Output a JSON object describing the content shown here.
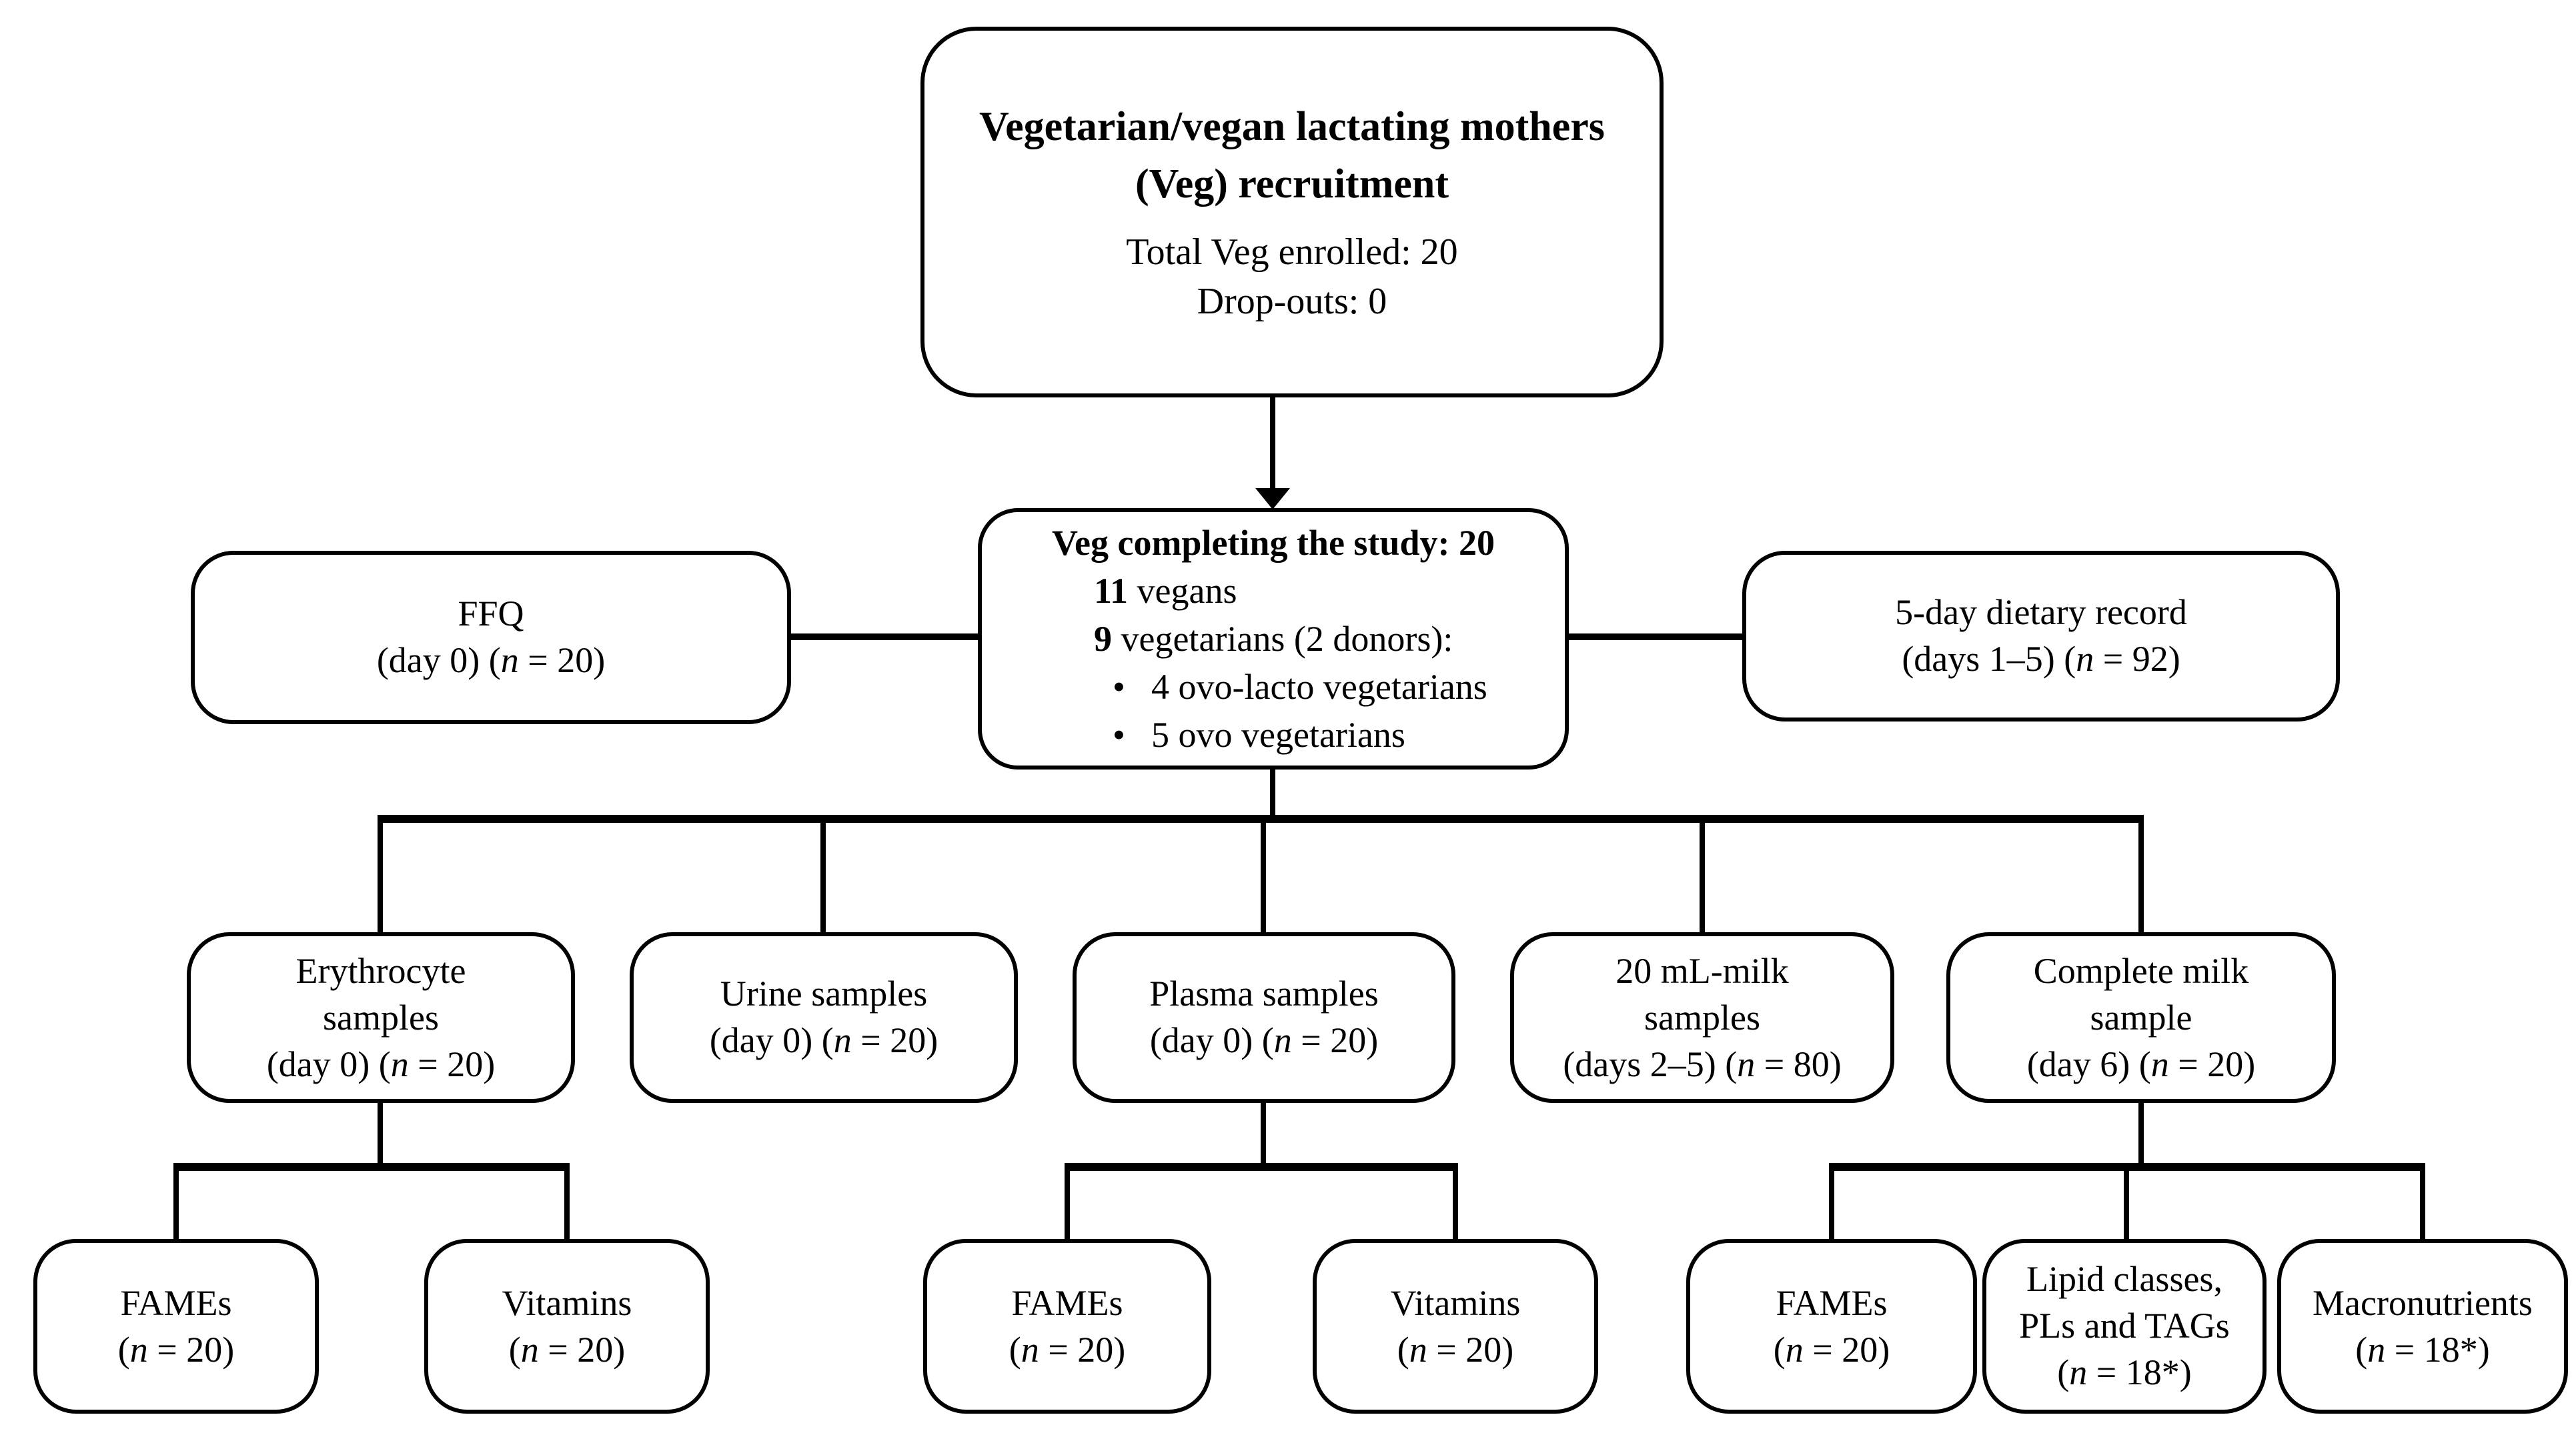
{
  "colors": {
    "ink": "#000000",
    "paper": "#ffffff"
  },
  "diagram": {
    "boxes": {
      "recruitment": {
        "lines": [
          [
            {
              "t": "Vegetarian/vegan lactating mothers",
              "s": "b"
            }
          ],
          [
            {
              "t": "(Veg) recruitment",
              "s": "b"
            }
          ],
          [
            {
              "t": "Total Veg enrolled: 20"
            }
          ],
          [
            {
              "t": "Drop-outs: 0"
            }
          ]
        ]
      },
      "completing": {
        "lines": [
          [
            {
              "t": "Veg completing the study: 20",
              "s": "b"
            }
          ],
          [
            {
              "t": "11",
              "s": "b"
            },
            {
              "t": " vegans"
            }
          ],
          [
            {
              "t": "9",
              "s": "b"
            },
            {
              "t": " vegetarians (2 donors):"
            }
          ],
          [
            {
              "t": "•",
              "s": "bullet"
            },
            {
              "t": "4 ovo-lacto vegetarians"
            }
          ],
          [
            {
              "t": "•",
              "s": "bullet"
            },
            {
              "t": "5 ovo vegetarians"
            }
          ]
        ]
      },
      "ffq": {
        "lines": [
          [
            {
              "t": "FFQ"
            }
          ],
          [
            {
              "t": "(day 0) ("
            },
            {
              "t": "n",
              "s": "i"
            },
            {
              "t": " = 20)"
            }
          ]
        ]
      },
      "dietary_record": {
        "lines": [
          [
            {
              "t": "5-day dietary record"
            }
          ],
          [
            {
              "t": "(days 1–5) ("
            },
            {
              "t": "n",
              "s": "i"
            },
            {
              "t": " = 92)"
            }
          ]
        ]
      },
      "erythrocyte": {
        "lines": [
          [
            {
              "t": "Erythrocyte"
            }
          ],
          [
            {
              "t": "samples"
            }
          ],
          [
            {
              "t": "(day 0) ("
            },
            {
              "t": "n",
              "s": "i"
            },
            {
              "t": " = 20)"
            }
          ]
        ]
      },
      "urine": {
        "lines": [
          [
            {
              "t": "Urine samples"
            }
          ],
          [
            {
              "t": "(day 0) ("
            },
            {
              "t": "n",
              "s": "i"
            },
            {
              "t": " = 20)"
            }
          ]
        ]
      },
      "plasma": {
        "lines": [
          [
            {
              "t": "Plasma samples"
            }
          ],
          [
            {
              "t": "(day 0) ("
            },
            {
              "t": "n",
              "s": "i"
            },
            {
              "t": " = 20)"
            }
          ]
        ]
      },
      "milk_20ml": {
        "lines": [
          [
            {
              "t": "20 mL-milk"
            }
          ],
          [
            {
              "t": "samples"
            }
          ],
          [
            {
              "t": "(days 2–5) ("
            },
            {
              "t": "n",
              "s": "i"
            },
            {
              "t": " = 80)"
            }
          ]
        ]
      },
      "complete_milk": {
        "lines": [
          [
            {
              "t": "Complete milk"
            }
          ],
          [
            {
              "t": "sample"
            }
          ],
          [
            {
              "t": "(day 6) ("
            },
            {
              "t": "n",
              "s": "i"
            },
            {
              "t": " = 20)"
            }
          ]
        ]
      },
      "fames_ery": {
        "lines": [
          [
            {
              "t": "FAMEs"
            }
          ],
          [
            {
              "t": "("
            },
            {
              "t": "n",
              "s": "i"
            },
            {
              "t": " = 20)"
            }
          ]
        ]
      },
      "vitamins_ery": {
        "lines": [
          [
            {
              "t": "Vitamins"
            }
          ],
          [
            {
              "t": "("
            },
            {
              "t": "n",
              "s": "i"
            },
            {
              "t": " = 20)"
            }
          ]
        ]
      },
      "fames_plasma": {
        "lines": [
          [
            {
              "t": "FAMEs"
            }
          ],
          [
            {
              "t": "("
            },
            {
              "t": "n",
              "s": "i"
            },
            {
              "t": " = 20)"
            }
          ]
        ]
      },
      "vitamins_plasma": {
        "lines": [
          [
            {
              "t": "Vitamins"
            }
          ],
          [
            {
              "t": "("
            },
            {
              "t": "n",
              "s": "i"
            },
            {
              "t": " = 20)"
            }
          ]
        ]
      },
      "fames_milk": {
        "lines": [
          [
            {
              "t": "FAMEs"
            }
          ],
          [
            {
              "t": "("
            },
            {
              "t": "n",
              "s": "i"
            },
            {
              "t": " = 20)"
            }
          ]
        ]
      },
      "lipid_classes": {
        "lines": [
          [
            {
              "t": "Lipid classes,"
            }
          ],
          [
            {
              "t": "PLs and TAGs"
            }
          ],
          [
            {
              "t": "("
            },
            {
              "t": "n",
              "s": "i"
            },
            {
              "t": " = 18*)"
            }
          ]
        ]
      },
      "macronutrients": {
        "lines": [
          [
            {
              "t": "Macronutrients"
            }
          ],
          [
            {
              "t": "("
            },
            {
              "t": "n",
              "s": "i"
            },
            {
              "t": " = 18*)"
            }
          ]
        ]
      }
    }
  }
}
